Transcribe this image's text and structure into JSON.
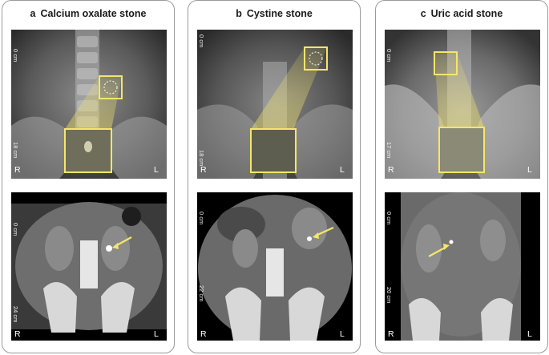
{
  "panels": [
    {
      "letter": "a",
      "name": "Calcium oxalate stone",
      "xray": {
        "scale_top": "0 cm",
        "scale_bottom": "18 cm",
        "left_label": "R",
        "right_label": "L"
      },
      "ct": {
        "scale_top": "0 cm",
        "scale_bottom": "24 cm",
        "left_label": "R",
        "right_label": "L"
      }
    },
    {
      "letter": "b",
      "name": "Cystine stone",
      "xray": {
        "scale_top": "0 cm",
        "scale_bottom": "18 cm",
        "left_label": "R",
        "right_label": "L"
      },
      "ct": {
        "scale_top": "0 cm",
        "scale_bottom": "22 cm",
        "left_label": "R",
        "right_label": "L"
      }
    },
    {
      "letter": "c",
      "name": "Uric acid stone",
      "xray": {
        "scale_top": "0 cm",
        "scale_bottom": "17 cm",
        "left_label": "R",
        "right_label": "L"
      },
      "ct": {
        "scale_top": "0 cm",
        "scale_bottom": "20 cm",
        "left_label": "R",
        "right_label": "L"
      }
    }
  ],
  "colors": {
    "highlight": "#f5e66a",
    "arrow": "#f5e66a",
    "panel_border": "#9a9a9a"
  }
}
